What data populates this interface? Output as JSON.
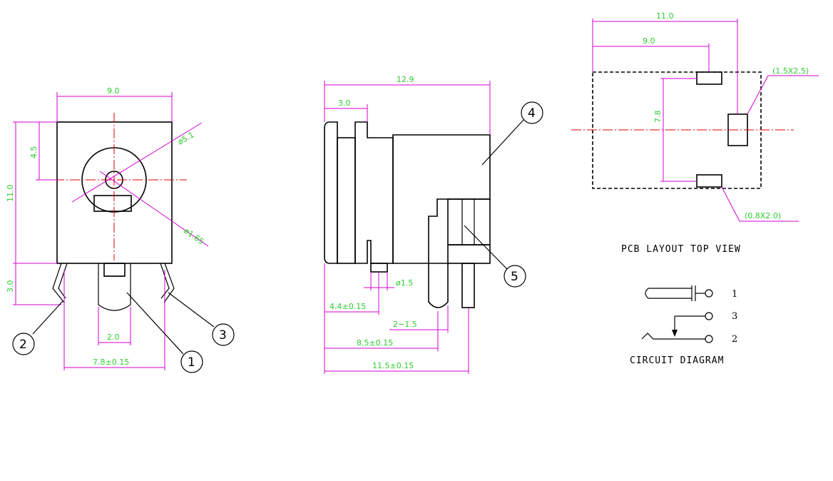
{
  "front_view": {
    "dims": {
      "width": "9.0",
      "height": "11.0",
      "center_offset": "4.5",
      "pin_length": "3.0",
      "outer_dia": "ø5.1",
      "inner_dia": "ø1.65",
      "pin_width": "2.0",
      "pin_spacing": "7.8±0.15"
    },
    "balloons": [
      "1",
      "2",
      "3"
    ]
  },
  "side_view": {
    "dims": {
      "length": "12.9",
      "flange": "3.0",
      "peg_dia": "ø1.5",
      "d1": "4.4±0.15",
      "d2": "2−1.5",
      "d3": "8.5±0.15",
      "d4": "11.5±0.15"
    },
    "balloons": [
      "4",
      "5"
    ]
  },
  "pcb_layout": {
    "title": "PCB LAYOUT TOP VIEW",
    "dims": {
      "overall": "11.0",
      "inner": "9.0",
      "pad_pitch": "7.8",
      "pad_large": "(1.5X2.5)",
      "pad_small": "(0.8X2.0)"
    }
  },
  "circuit": {
    "title": "CIRCUIT DIAGRAM",
    "pins": [
      "1",
      "3",
      "2"
    ]
  },
  "colors": {
    "outline": "#000000",
    "dimension": "#d400d4",
    "dimension_text": "#2ecc2e",
    "centerline": "#e00000"
  }
}
